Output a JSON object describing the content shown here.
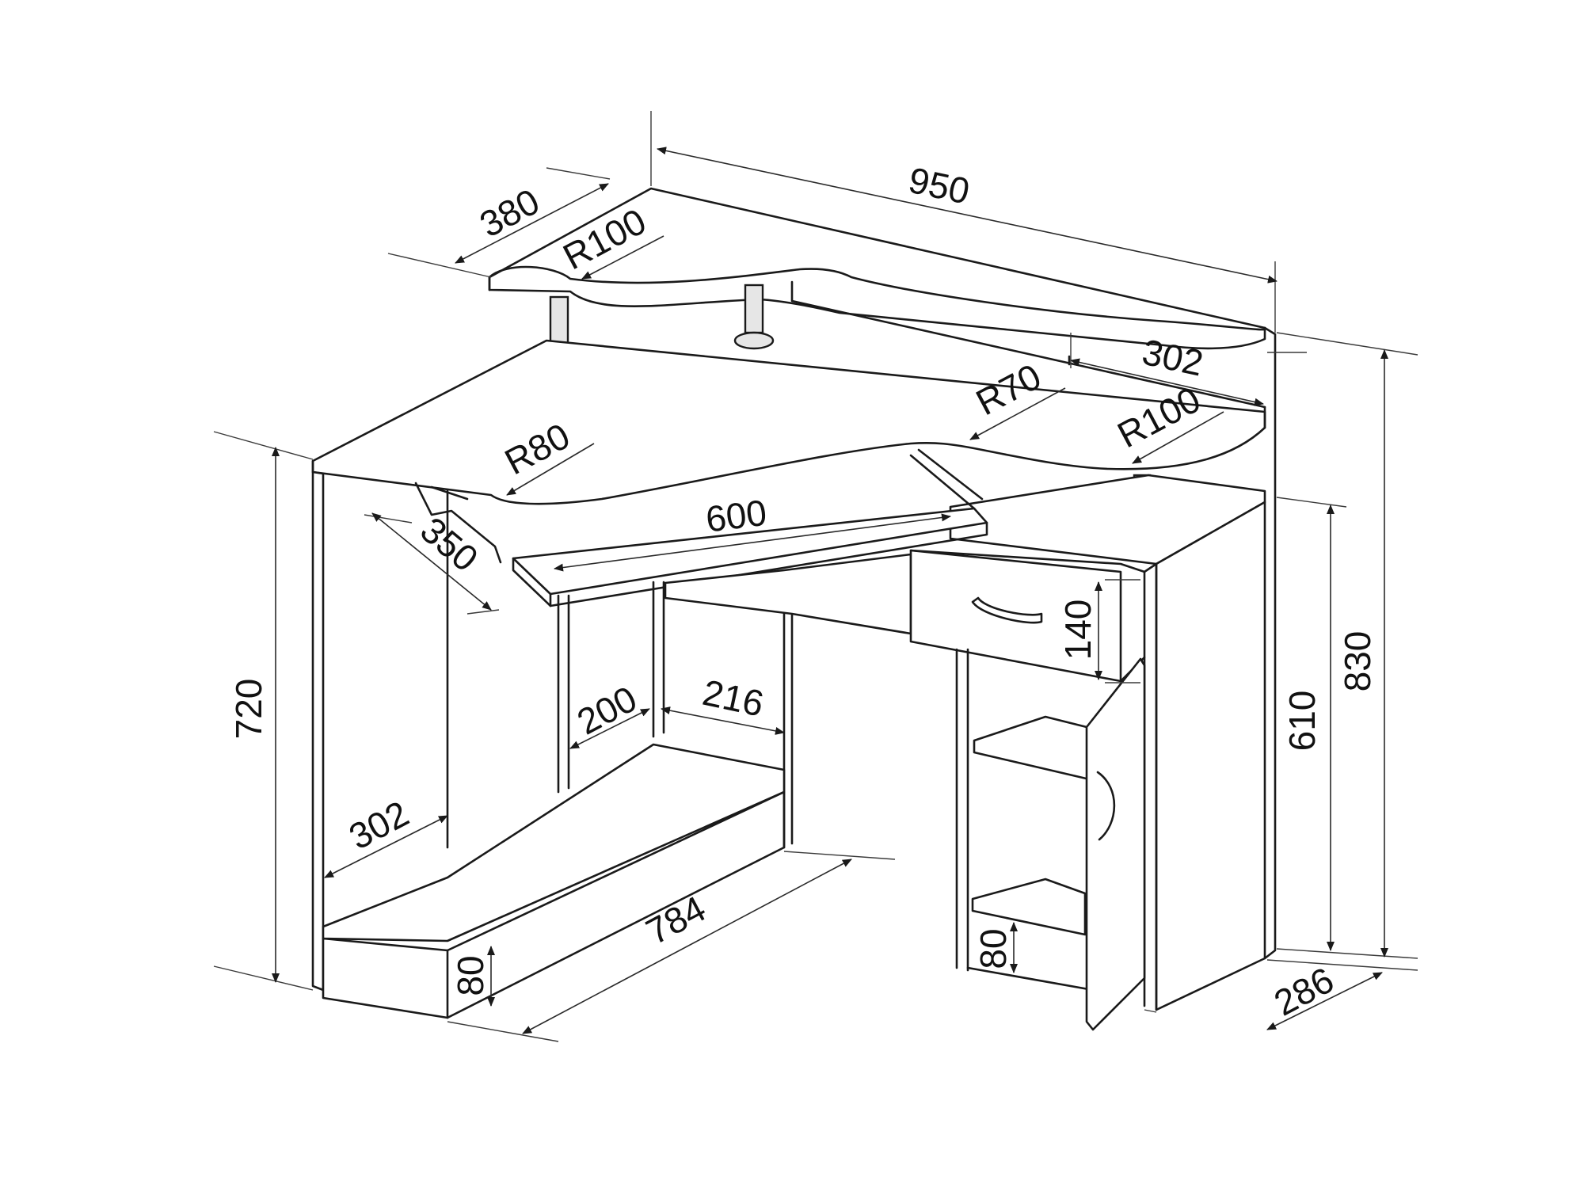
{
  "dimensions": {
    "width_total": "950",
    "depth_top_shelf": "380",
    "radius_top_shelf": "R100",
    "shelf_right_depth": "302",
    "radius_desk_right_a": "R70",
    "radius_desk_right_b": "R100",
    "radius_desk_left": "R80",
    "keyboard_width": "600",
    "keyboard_depth": "350",
    "drawer_height": "140",
    "height_desk_left": "720",
    "height_total": "830",
    "height_cabinet": "610",
    "footrest_depth": "200",
    "footrest_gap": "216",
    "footrest_offset": "302",
    "footrest_length": "784",
    "plinth_left": "80",
    "plinth_right": "80",
    "cabinet_depth": "286"
  }
}
